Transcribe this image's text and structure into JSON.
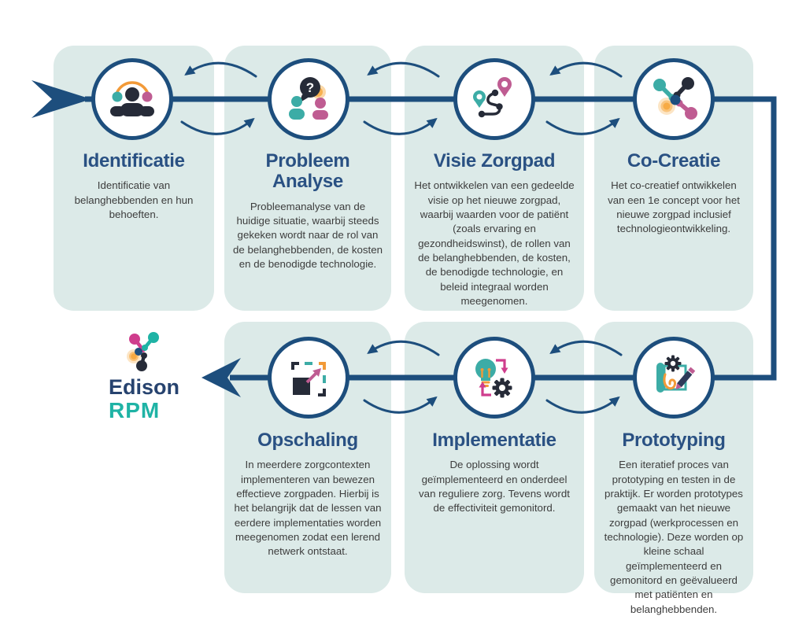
{
  "colors": {
    "navy": "#1d4e7d",
    "title_blue": "#2a5183",
    "card_mint": "#dceae8",
    "teal": "#3caca6",
    "pink": "#bf5c92",
    "magenta": "#cf3d8d",
    "orange": "#f29a38",
    "dark": "#262b38",
    "body_text": "#3d3d3d",
    "logo_teal": "#1fb3a5"
  },
  "logo": {
    "line1": "Edison",
    "line2": "RPM"
  },
  "cards": [
    {
      "id": "identificatie",
      "title": "Identificatie",
      "icon": "people-group-icon",
      "description": "Identificatie van belanghebbenden en hun behoeften."
    },
    {
      "id": "probleem-analyse",
      "title": "Probleem Analyse",
      "icon": "question-dialog-icon",
      "description": "Probleemanalyse van de huidige situatie, waarbij steeds gekeken wordt naar de rol van de belanghebbenden, de kosten en de benodigde technologie."
    },
    {
      "id": "visie-zorgpad",
      "title": "Visie Zorgpad",
      "icon": "route-pins-icon",
      "description": "Het ontwikkelen van een gedeelde visie op het nieuwe zorgpad, waarbij waarden voor de patiënt (zoals ervaring en gezondheidswinst), de rollen van de belanghebbenden, de kosten, de benodigde technologie, en beleid integraal worden meegenomen."
    },
    {
      "id": "co-creatie",
      "title": "Co-Creatie",
      "icon": "molecule-icon",
      "description": "Het co-creatief ontwikkelen van een 1e concept voor het nieuwe zorgpad inclusief technologieontwikkeling."
    },
    {
      "id": "prototyping",
      "title": "Prototyping",
      "icon": "blueprint-pencil-icon",
      "description": "Een iteratief proces van prototyping en testen in de praktijk. Er worden prototypes gemaakt van het nieuwe zorgpad (werkprocessen en technologie). Deze worden op kleine schaal geïmplementeerd en gemonitord en geëvalueerd met patiënten en belanghebbenden."
    },
    {
      "id": "implementatie",
      "title": "Implementatie",
      "icon": "bulb-gear-icon",
      "description": "De oplossing wordt geïmplementeerd en onderdeel van reguliere zorg. Tevens wordt de effectiviteit gemonitord."
    },
    {
      "id": "opschaling",
      "title": "Opschaling",
      "icon": "scale-up-icon",
      "description": "In meerdere zorgcontexten implementeren van bewezen effectieve zorgpaden. Hierbij is het belangrijk dat de lessen van eerdere implementaties worden meegenomen zodat een lerend netwerk ontstaat."
    }
  ]
}
